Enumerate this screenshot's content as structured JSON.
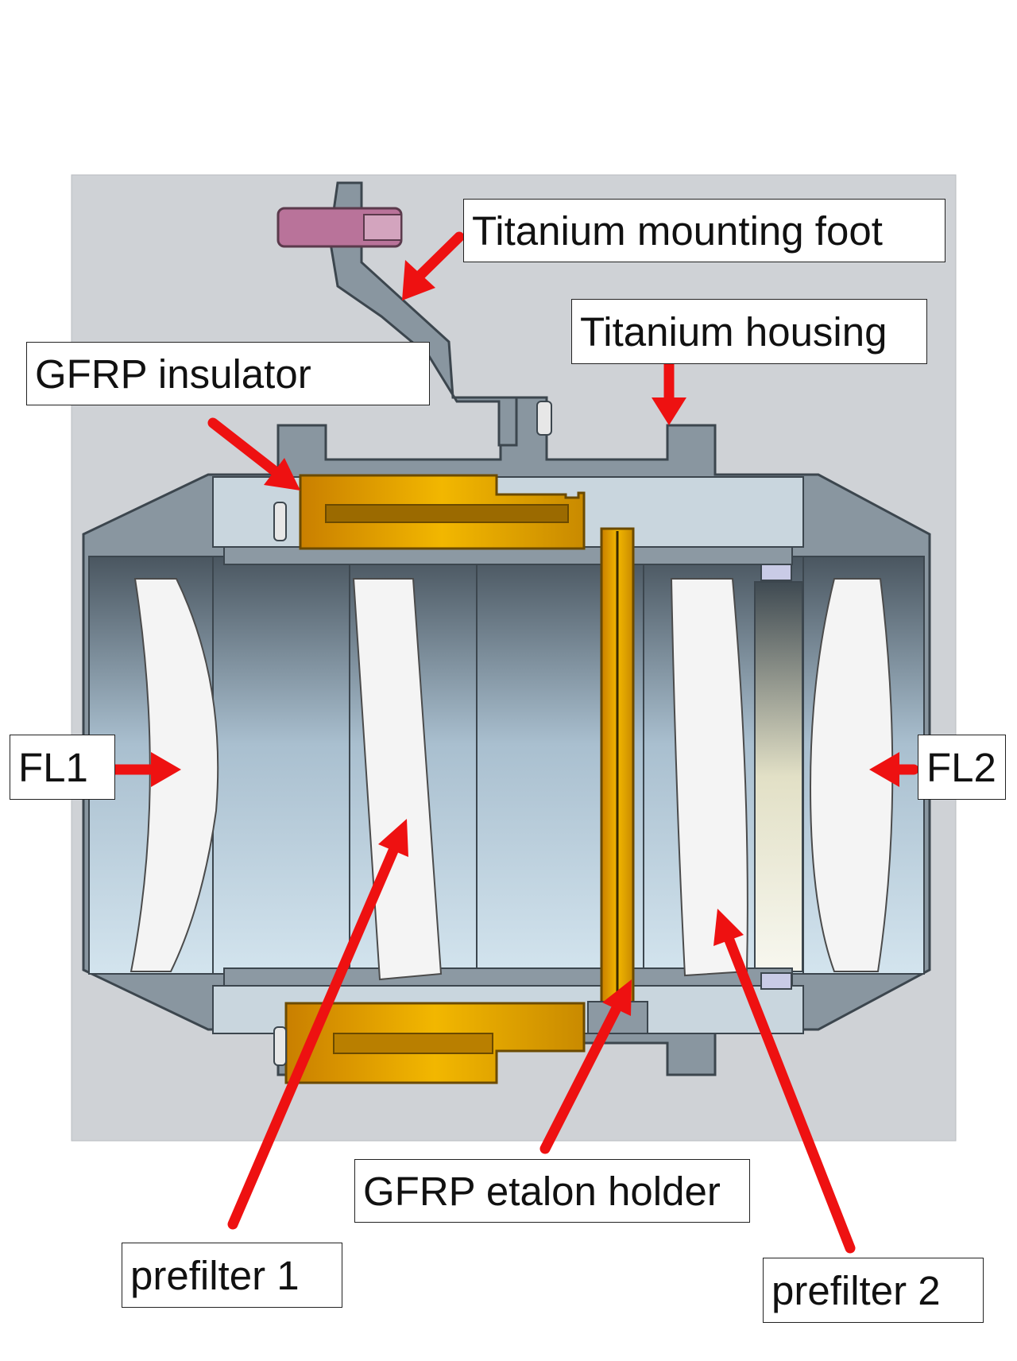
{
  "colors": {
    "background_panel": "#cfd2d6",
    "housing": "#7f8b95",
    "housing_edge": "#3c464e",
    "gfrp": "#e8a400",
    "mount_foot_block": "#b9739a",
    "lens": "#f4f4f4",
    "arrow": "#ee1111"
  },
  "labels": {
    "titanium_mounting_foot": "Titanium mounting foot",
    "titanium_housing": "Titanium housing",
    "gfrp_insulator": "GFRP insulator",
    "fl1": "FL1",
    "fl2": "FL2",
    "gfrp_etalon_holder": "GFRP etalon holder",
    "prefilter_1": "prefilter 1",
    "prefilter_2": "prefilter 2"
  },
  "icons": {
    "arrow": "red-arrow-icon"
  }
}
